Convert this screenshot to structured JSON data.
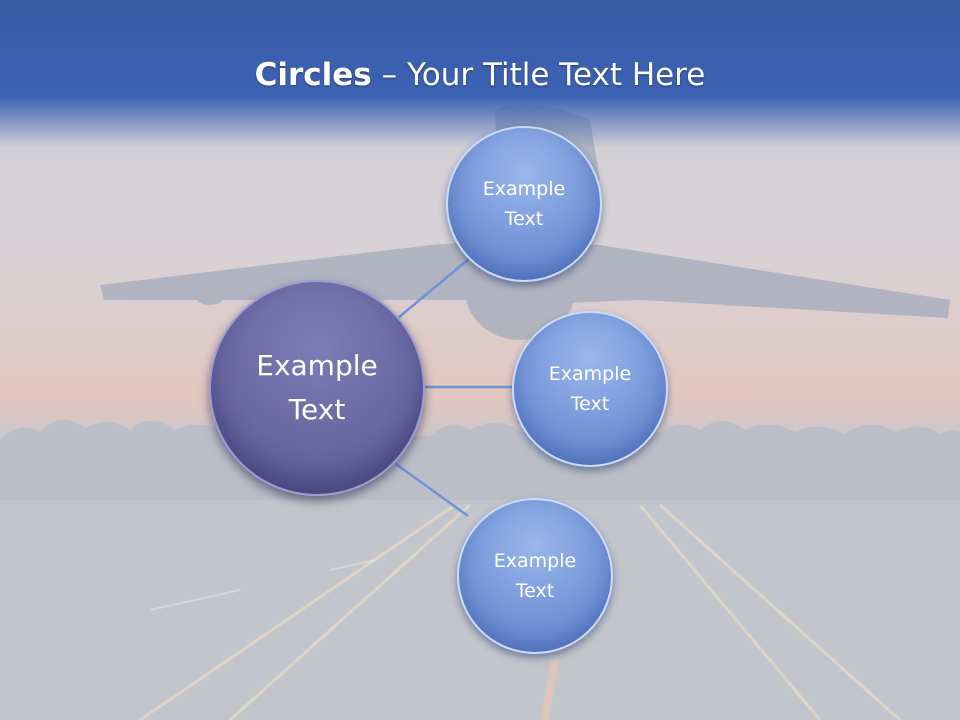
{
  "title": {
    "bold": "Circles",
    "rest": " – Your Title Text Here"
  },
  "center_node": {
    "line1": "Example",
    "line2": "Text"
  },
  "nodes": [
    {
      "line1": "Example",
      "line2": "Text"
    },
    {
      "line1": "Example",
      "line2": "Text"
    },
    {
      "line1": "Example",
      "line2": "Text"
    }
  ],
  "colors": {
    "header": "#3a5fb0",
    "satellite_fill": "#7595d8",
    "center_fill": "#68679f",
    "connector": "#6f93d8"
  }
}
